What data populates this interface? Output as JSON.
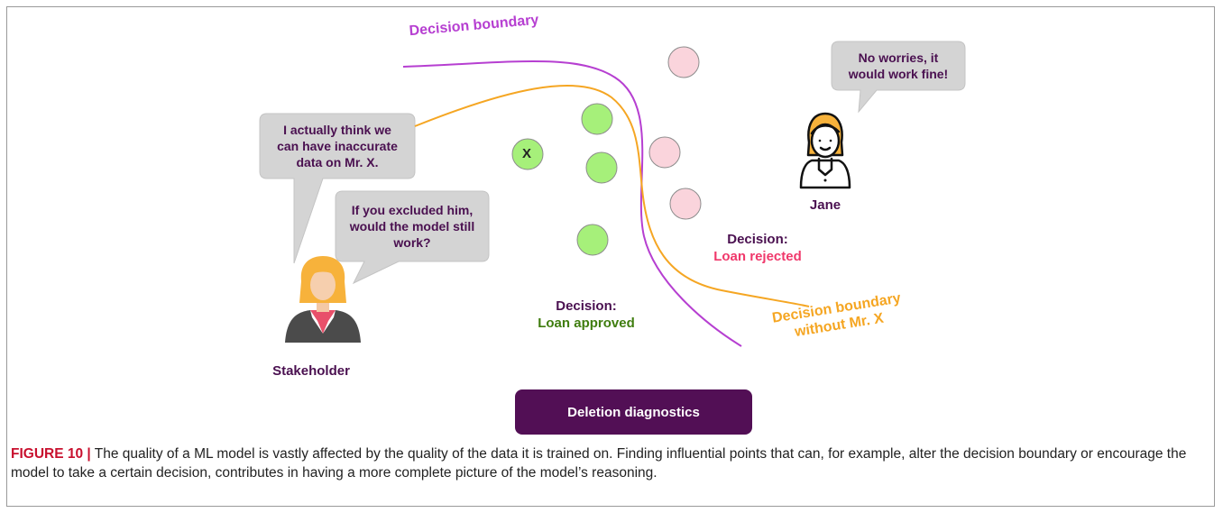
{
  "curves": {
    "boundary_label": "Decision boundary",
    "boundary_without_label_line1": "Decision boundary",
    "boundary_without_label_line2": "without Mr. X",
    "boundary_color": "#b63fd1",
    "without_color": "#f5a623"
  },
  "points": {
    "approved_color": "#a6f07a",
    "rejected_color": "#fad4dc",
    "highlighted_label": "X"
  },
  "speech": {
    "stakeholder_bubble_1": [
      "I actually think we",
      "can have inaccurate",
      "data on Mr. X."
    ],
    "stakeholder_bubble_2": [
      "If you excluded him,",
      "would the model still",
      "work?"
    ],
    "jane_bubble": [
      "No worries, it",
      "would work fine!"
    ]
  },
  "people": {
    "stakeholder": "Stakeholder",
    "jane": "Jane"
  },
  "decisions": {
    "approved_title": "Decision:",
    "approved_value": "Loan approved",
    "rejected_title": "Decision:",
    "rejected_value": "Loan rejected"
  },
  "button_label": "Deletion diagnostics",
  "caption": {
    "figure_label": "FIGURE 10 |",
    "text": " The quality of a ML model is vastly affected by the quality of the data it is trained on. Finding influential points that can, for example, alter the decision boundary or encourage the model to take a certain decision, contributes in having a more complete picture of the model’s reasoning."
  }
}
